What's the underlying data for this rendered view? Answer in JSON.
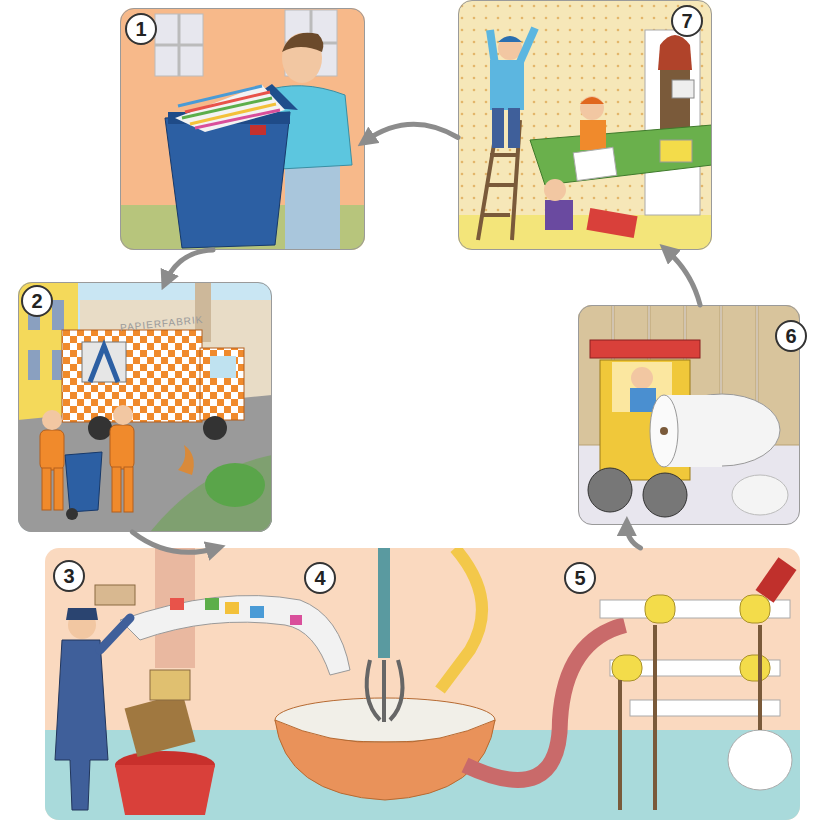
{
  "diagram": {
    "nodes": [
      {
        "text": [
          "1"
        ]
      },
      {
        "text": [
          "2"
        ]
      },
      {
        "text": [
          "3"
        ]
      },
      {
        "text": [
          "4"
        ]
      },
      {
        "text": [
          "5"
        ]
      },
      {
        "text": [
          "6"
        ]
      },
      {
        "text": [
          "7"
        ]
      }
    ],
    "edges": [
      {
        "from": 0,
        "to": 1,
        "arrow": "to"
      },
      {
        "from": 1,
        "to": 2,
        "arrow": "to"
      },
      {
        "from": 4,
        "to": 5,
        "arrow": "to"
      },
      {
        "from": 5,
        "to": 6,
        "arrow": "to"
      },
      {
        "from": 6,
        "to": 0,
        "arrow": "to"
      }
    ],
    "labels": [
      "PAPIERFABRIK"
    ]
  }
}
